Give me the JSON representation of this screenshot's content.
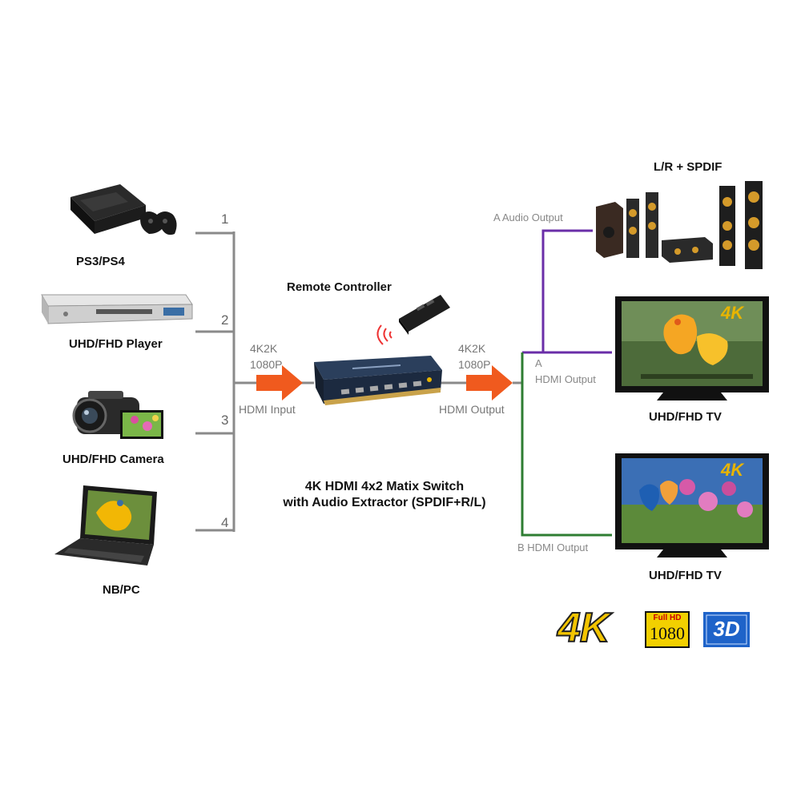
{
  "inputs": [
    {
      "label": "PS3/PS4",
      "port": "1",
      "icon": "game-console-icon"
    },
    {
      "label": "UHD/FHD Player",
      "port": "2",
      "icon": "disc-player-icon"
    },
    {
      "label": "UHD/FHD Camera",
      "port": "3",
      "icon": "camcorder-icon"
    },
    {
      "label": "NB/PC",
      "port": "4",
      "icon": "laptop-icon"
    }
  ],
  "input_signal": {
    "res1": "4K2K",
    "res2": "1080P",
    "caption": "HDMI Input"
  },
  "output_signal": {
    "res1": "4K2K",
    "res2": "1080P",
    "caption": "HDMI Output"
  },
  "remote": {
    "label": "Remote Controller",
    "icon": "remote-control-icon"
  },
  "device": {
    "title_line1": "4K HDMI 4x2 Matix Switch",
    "title_line2": "with Audio Extractor (SPDIF+R/L)",
    "icon": "hdmi-matrix-switch-icon"
  },
  "outputs": {
    "audio": {
      "label": "L/R + SPDIF",
      "caption": "A Audio Output",
      "icon": "speaker-system-icon"
    },
    "tv_a": {
      "letter": "A",
      "caption": "HDMI Output",
      "label": "UHD/FHD TV",
      "badge": "4K",
      "icon": "tv-icon"
    },
    "tv_b": {
      "caption": "B  HDMI Output",
      "label": "UHD/FHD TV",
      "badge": "4K",
      "icon": "tv-icon"
    }
  },
  "logos": {
    "fourk": "4K",
    "fullhd_top": "Full HD",
    "fullhd_bottom": "1080",
    "threed": "3D"
  },
  "colors": {
    "line_gray": "#8a8a8a",
    "line_purple": "#6a2ea8",
    "line_green": "#2e7d32",
    "arrow_orange": "#f05a1e",
    "badge_gold": "#e8b400"
  }
}
